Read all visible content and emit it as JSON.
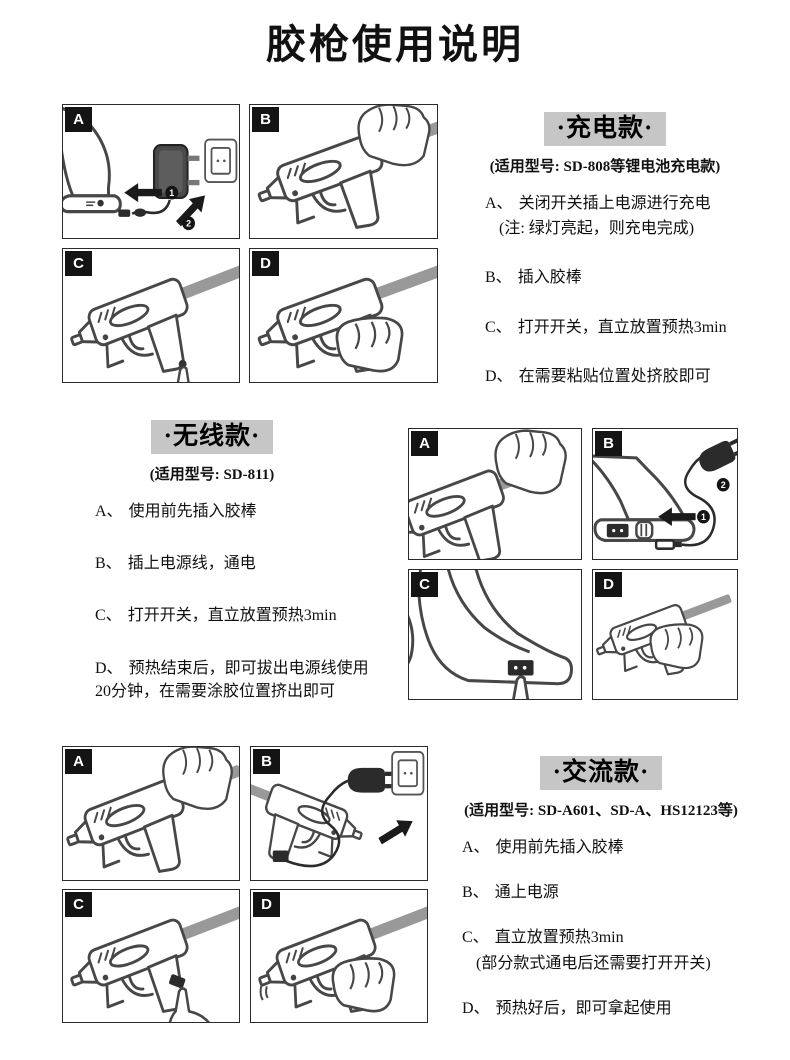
{
  "title": "胶枪使用说明",
  "badge_labels": {
    "one": "1",
    "two": "2"
  },
  "colors": {
    "heading_bg": "#c6c6c6",
    "panel_label_bg": "#141414",
    "ink": "#111111",
    "line_art": "#474747",
    "glue_stick": "#999999"
  },
  "sections": {
    "rechargeable": {
      "heading": "·充电款·",
      "subtitle": "(适用型号: SD-808等锂电池充电款)",
      "panel_labels": [
        "A",
        "B",
        "C",
        "D"
      ],
      "steps": [
        {
          "label": "A、",
          "text": "关闭开关插上电源进行充电",
          "note": "(注: 绿灯亮起，则充电完成)"
        },
        {
          "label": "B、",
          "text": "插入胶棒",
          "note": ""
        },
        {
          "label": "C、",
          "text": "打开开关，直立放置预热3min",
          "note": ""
        },
        {
          "label": "D、",
          "text": "在需要粘贴位置处挤胶即可",
          "note": ""
        }
      ]
    },
    "cordless": {
      "heading": "·无线款·",
      "subtitle": "(适用型号: SD-811)",
      "panel_labels": [
        "A",
        "B",
        "C",
        "D"
      ],
      "steps": [
        {
          "label": "A、",
          "text": "使用前先插入胶棒",
          "note": ""
        },
        {
          "label": "B、",
          "text": "插上电源线，通电",
          "note": ""
        },
        {
          "label": "C、",
          "text": "打开开关，直立放置预热3min",
          "note": ""
        },
        {
          "label": "D、",
          "text": "预热结束后，即可拔出电源线使用20分钟，在需要涂胶位置挤出即可",
          "note": ""
        }
      ]
    },
    "ac": {
      "heading": "·交流款·",
      "subtitle": "(适用型号: SD-A601、SD-A、HS12123等)",
      "panel_labels": [
        "A",
        "B",
        "C",
        "D"
      ],
      "steps": [
        {
          "label": "A、",
          "text": "使用前先插入胶棒",
          "note": ""
        },
        {
          "label": "B、",
          "text": "通上电源",
          "note": ""
        },
        {
          "label": "C、",
          "text": "直立放置预热3min",
          "note": "(部分款式通电后还需要打开开关)"
        },
        {
          "label": "D、",
          "text": "预热好后，即可拿起使用",
          "note": ""
        }
      ]
    }
  }
}
